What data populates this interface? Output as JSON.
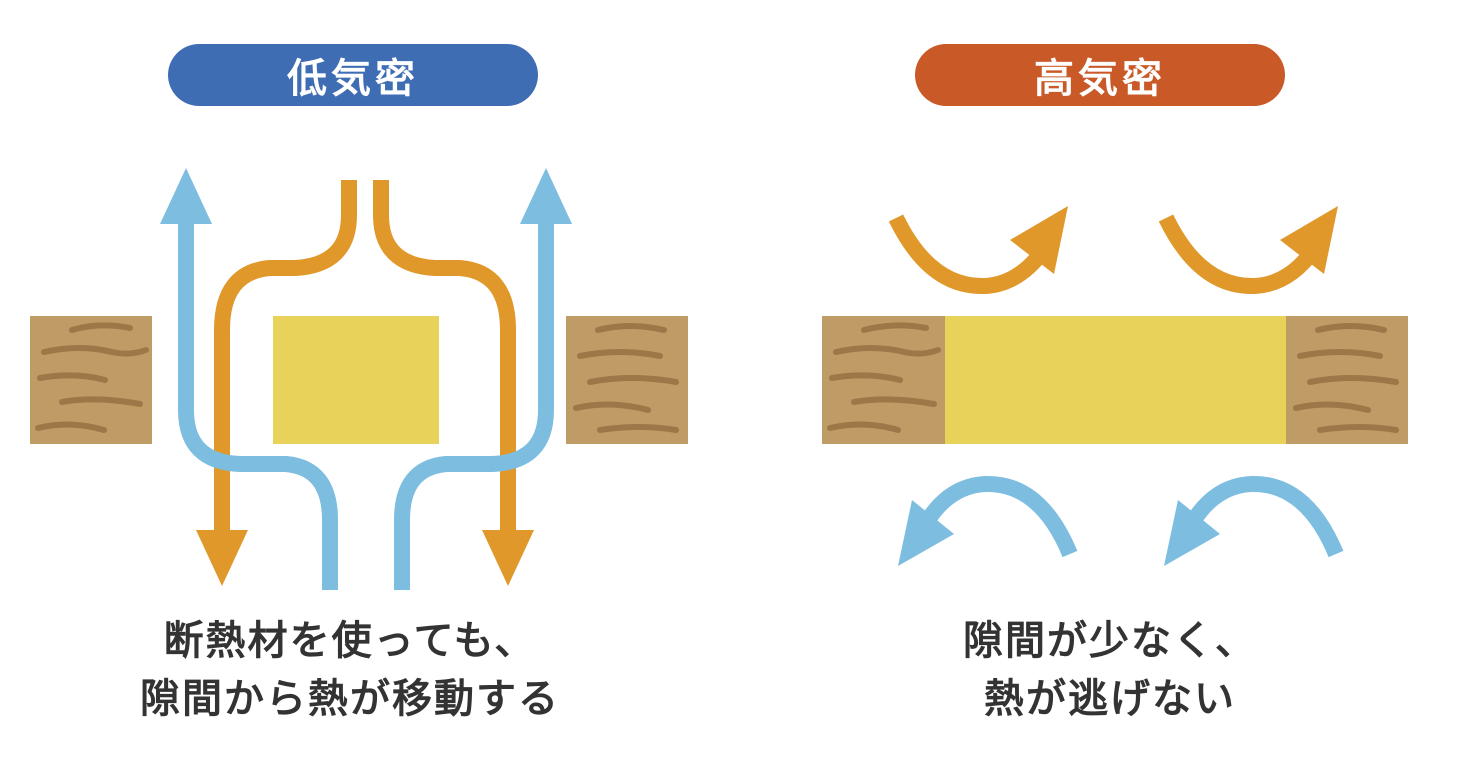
{
  "left_panel": {
    "title": "低気密",
    "caption_line1": "断熱材を使っても、",
    "caption_line2": "隙間から熱が移動する"
  },
  "right_panel": {
    "title": "高気密",
    "caption_line1": "隙間が少なく、",
    "caption_line2": "熱が逃げない"
  },
  "colors": {
    "low_label": "#3f6db4",
    "high_label": "#c95a28",
    "cool_air": "#7dbde0",
    "warm_air": "#e0982a",
    "insulation": "#e9d25a",
    "wood": "#bf9c66",
    "wood_grain": "#9c7747"
  }
}
